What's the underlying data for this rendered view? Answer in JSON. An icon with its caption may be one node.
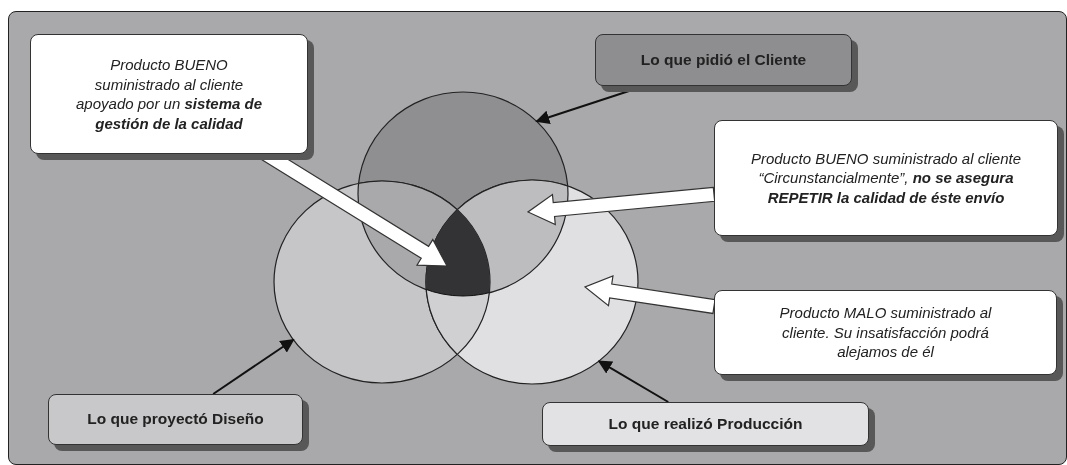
{
  "diagram": {
    "nodes": [
      {
        "text": [
          "Producto BUENO suministrado al cliente apoyado por un **sistema de gestión de la calidad**"
        ]
      },
      {
        "text": [
          "Lo que pidió el Cliente"
        ]
      },
      {
        "text": [
          "Producto BUENO suministrado al cliente “Circunstancialmente”, **no se asegura REPETIR la calidad de éste envío**"
        ]
      },
      {
        "text": [
          "Producto MALO suministrado al cliente. Su insatisfacción podrá alejamos de él"
        ]
      },
      {
        "text": [
          "Lo que proyectó Diseño"
        ]
      },
      {
        "text": [
          "Lo que realizó Producción"
        ]
      },
      {
        "text": [],
        "shape": "circle"
      },
      {
        "text": [],
        "shape": "circle"
      },
      {
        "text": [],
        "shape": "circle"
      },
      {
        "text": [],
        "shape": "wedge"
      }
    ],
    "edges": [
      {
        "from": 1,
        "to": 6,
        "arrow": "to"
      },
      {
        "from": 4,
        "to": 7,
        "arrow": "to"
      },
      {
        "from": 5,
        "to": 8,
        "arrow": "to"
      },
      {
        "from": 0,
        "to": 9,
        "arrow": "to",
        "style": "thick",
        "color": "#ffffff"
      },
      {
        "from": 2,
        "to": null,
        "arrow": "to",
        "style": "thick",
        "color": "#ffffff"
      },
      {
        "from": 3,
        "to": 8,
        "arrow": "to",
        "style": "thick",
        "color": "#ffffff"
      }
    ]
  }
}
